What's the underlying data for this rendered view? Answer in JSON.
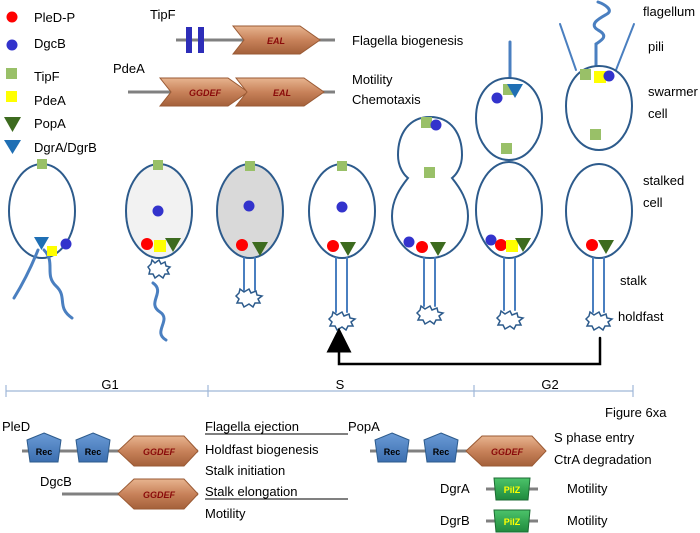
{
  "legend": [
    {
      "label": "PleD-P",
      "symbol": "circle",
      "color": "#ff0000"
    },
    {
      "label": "DgcB",
      "symbol": "circle",
      "color": "#3333cc"
    },
    {
      "label": "TipF",
      "symbol": "square",
      "color": "#99c068"
    },
    {
      "label": "PdeA",
      "symbol": "square",
      "color": "#ffff00"
    },
    {
      "label": "PopA",
      "symbol": "triangle",
      "color": "#3d6b1f"
    },
    {
      "label": "DgrA/DgrB",
      "symbol": "triangle",
      "color": "#1f6fb4"
    }
  ],
  "domains_top": {
    "tipf_name": "TipF",
    "tipf_domain": "EAL",
    "tipf_function": "Flagella biogenesis",
    "pdea_name": "PdeA",
    "pdea_domain1": "GGDEF",
    "pdea_domain2": "EAL",
    "pdea_function1": "Motility",
    "pdea_function2": "Chemotaxis"
  },
  "cell_labels": {
    "flagellum": "flagellum",
    "pili": "pili",
    "swarmer_cell": "swarmer cell",
    "stalked_cell": "stalked cell",
    "stalk": "stalk",
    "holdfast": "holdfast"
  },
  "phases": [
    "G1",
    "S",
    "G2"
  ],
  "domains_bottom": {
    "pled_name": "PleD",
    "rec": "Rec",
    "ggdef": "GGDEF",
    "dgcb_name": "DgcB",
    "functions": [
      "Flagella ejection",
      "Holdfast biogenesis",
      "Stalk initiation",
      "Stalk elongation",
      "Motility"
    ],
    "popa_name": "PopA",
    "popa_functions": [
      "S phase entry",
      "CtrA degradation"
    ],
    "figure_label": "Figure 6xa",
    "dgra_name": "DgrA",
    "dgrb_name": "DgrB",
    "pilz": "PilZ",
    "dgra_function": "Motility",
    "dgrb_function": "Motility"
  },
  "colors": {
    "pled": "#ff0000",
    "dgcb": "#3333cc",
    "tipf": "#99c068",
    "pdea": "#ffff00",
    "popa": "#3d6b1f",
    "dgr": "#1f6fb4",
    "pilz": "#2fa84f",
    "domain": "#c9825a",
    "rec": "#4a7fc0",
    "cell_outline": "#2d5b8c",
    "stalk": "#4a7fc0"
  }
}
